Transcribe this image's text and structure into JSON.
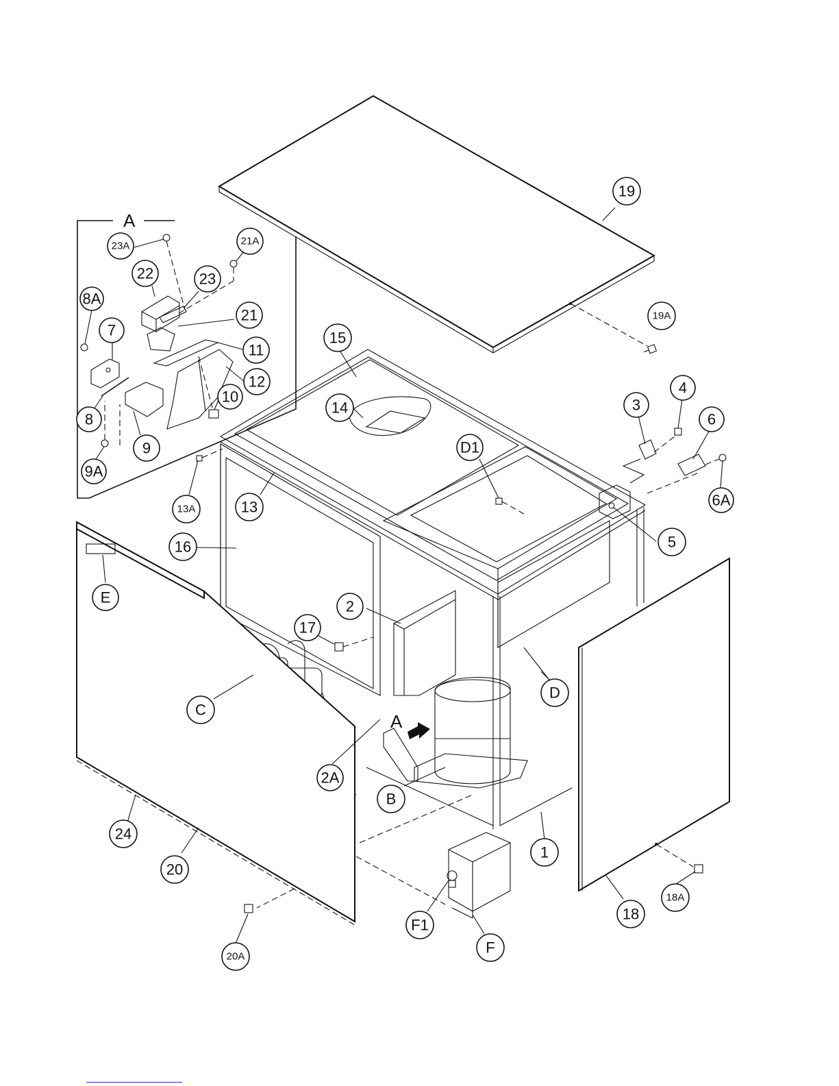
{
  "detail_view": {
    "label": "A"
  },
  "arrow_label": "A",
  "callouts": [
    {
      "id": "19",
      "label": "19"
    },
    {
      "id": "19A",
      "label": "19A"
    },
    {
      "id": "23A",
      "label": "23A"
    },
    {
      "id": "21A",
      "label": "21A"
    },
    {
      "id": "22",
      "label": "22"
    },
    {
      "id": "23",
      "label": "23"
    },
    {
      "id": "21",
      "label": "21"
    },
    {
      "id": "8A",
      "label": "8A"
    },
    {
      "id": "7",
      "label": "7"
    },
    {
      "id": "11",
      "label": "11"
    },
    {
      "id": "12",
      "label": "12"
    },
    {
      "id": "10",
      "label": "10"
    },
    {
      "id": "8",
      "label": "8"
    },
    {
      "id": "9",
      "label": "9"
    },
    {
      "id": "9A",
      "label": "9A"
    },
    {
      "id": "15",
      "label": "15"
    },
    {
      "id": "14",
      "label": "14"
    },
    {
      "id": "D1",
      "label": "D1"
    },
    {
      "id": "3",
      "label": "3"
    },
    {
      "id": "4",
      "label": "4"
    },
    {
      "id": "6",
      "label": "6"
    },
    {
      "id": "6A",
      "label": "6A"
    },
    {
      "id": "5",
      "label": "5"
    },
    {
      "id": "13A",
      "label": "13A"
    },
    {
      "id": "13",
      "label": "13"
    },
    {
      "id": "16",
      "label": "16"
    },
    {
      "id": "E",
      "label": "E"
    },
    {
      "id": "2",
      "label": "2"
    },
    {
      "id": "17",
      "label": "17"
    },
    {
      "id": "C",
      "label": "C"
    },
    {
      "id": "D",
      "label": "D"
    },
    {
      "id": "2A",
      "label": "2A"
    },
    {
      "id": "B",
      "label": "B"
    },
    {
      "id": "1",
      "label": "1"
    },
    {
      "id": "24",
      "label": "24"
    },
    {
      "id": "20",
      "label": "20"
    },
    {
      "id": "F1",
      "label": "F1"
    },
    {
      "id": "F",
      "label": "F"
    },
    {
      "id": "18",
      "label": "18"
    },
    {
      "id": "18A",
      "label": "18A"
    },
    {
      "id": "20A",
      "label": "20A"
    }
  ]
}
